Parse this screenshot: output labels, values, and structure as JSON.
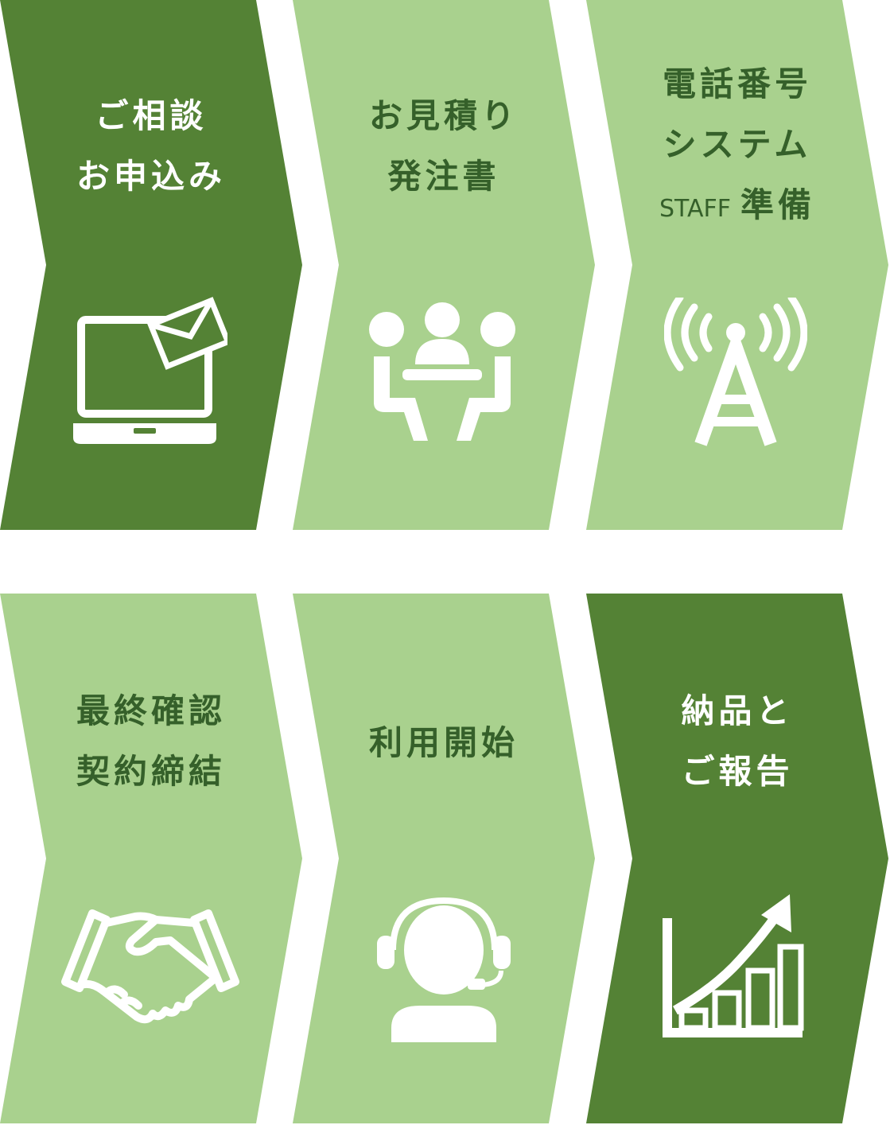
{
  "colors": {
    "dark": "#548235",
    "light": "#a9d18e",
    "icon": "#ffffff",
    "dark_text": "#ffffff",
    "light_text": "#35602a"
  },
  "steps": [
    {
      "lines": [
        "ご相談",
        "お申込み"
      ],
      "icon": "laptop-mail-icon",
      "tone": "dark"
    },
    {
      "lines": [
        "お見積り",
        "発注書"
      ],
      "icon": "meeting-icon",
      "tone": "light"
    },
    {
      "lines": [
        "電話番号",
        "システム"
      ],
      "line3_prefix": "STAFF",
      "line3_suffix": "準備",
      "icon": "antenna-icon",
      "tone": "light"
    },
    {
      "lines": [
        "最終確認",
        "契約締結"
      ],
      "icon": "handshake-icon",
      "tone": "light"
    },
    {
      "lines": [
        "利用開始"
      ],
      "icon": "headset-operator-icon",
      "tone": "light"
    },
    {
      "lines": [
        "納品と",
        "ご報告"
      ],
      "icon": "growth-chart-icon",
      "tone": "dark"
    }
  ]
}
